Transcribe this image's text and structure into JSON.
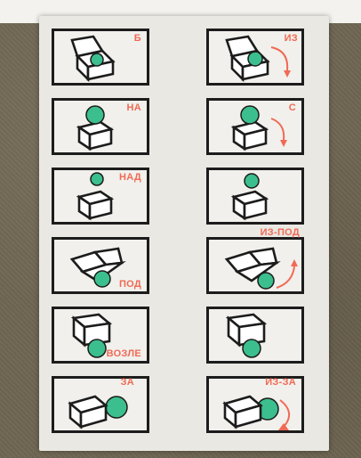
{
  "photo": {
    "description_source": "photograph of a printed card sheet with preposition pictograms",
    "panels": [
      {
        "id": "b",
        "label": "Б"
      },
      {
        "id": "iz",
        "label": "ИЗ"
      },
      {
        "id": "na",
        "label": "НА"
      },
      {
        "id": "s",
        "label": "С"
      },
      {
        "id": "nad",
        "label": "НАД"
      },
      {
        "id": "plain",
        "label": ""
      },
      {
        "id": "pod",
        "label": "ПОД"
      },
      {
        "id": "iz-pod",
        "label": "ИЗ-ПОД"
      },
      {
        "id": "vozle",
        "label": "ВОЗЛЕ"
      },
      {
        "id": "plain2",
        "label": ""
      },
      {
        "id": "za",
        "label": "ЗА"
      },
      {
        "id": "iz-za",
        "label": "ИЗ-ЗА"
      }
    ]
  },
  "colors": {
    "ink": "#1c1c1c",
    "ball": "#3cbf8e",
    "accent": "#f06a55",
    "paper": "#e9e8e3"
  }
}
